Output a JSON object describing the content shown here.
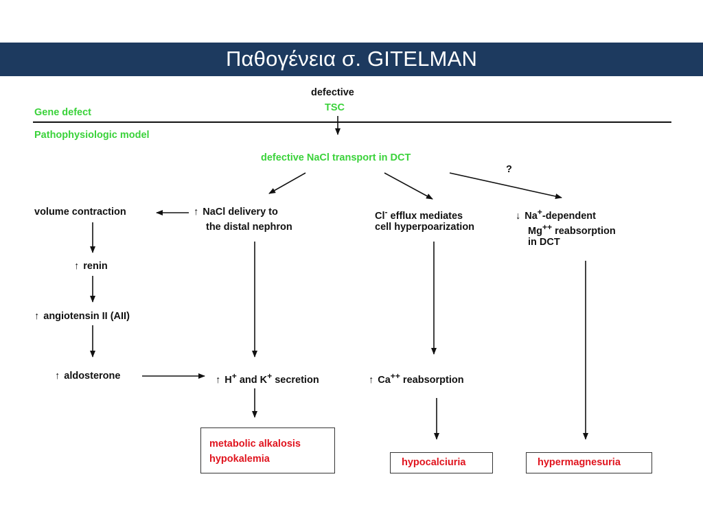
{
  "slide": {
    "title": "Παθογένεια σ. GITELMAN"
  },
  "header": {
    "defective_label": "defective",
    "tsc_label": "TSC",
    "gene_defect_label": "Gene defect",
    "pathophysiologic_label": "Pathophysiologic model"
  },
  "nodes": {
    "defective_transport": "defective NaCl transport in DCT",
    "question_mark": "?",
    "volume_contraction": "volume contraction",
    "nacl_delivery_line1": "NaCl delivery to",
    "nacl_delivery_line2": "the distal nephron",
    "cl_efflux_line1_a": "Cl",
    "cl_efflux_line1_sup": "-",
    "cl_efflux_line1_b": " efflux mediates",
    "cl_efflux_line2": "cell hyperpoarization",
    "na_dependent_line1_a": "Na",
    "na_dependent_line1_sup": "+",
    "na_dependent_line1_b": "-dependent",
    "na_dependent_line2_a": "Mg",
    "na_dependent_line2_sup": "++",
    "na_dependent_line2_b": " reabsorption",
    "na_dependent_line3": "in DCT",
    "renin": "renin",
    "angiotensin": "angiotensin II (AII)",
    "aldosterone": "aldosterone",
    "secretion_a": "H",
    "secretion_sup1": "+",
    "secretion_b": " and K",
    "secretion_sup2": "+",
    "secretion_c": " secretion",
    "ca_a": "Ca",
    "ca_sup": "++",
    "ca_b": " reabsorption"
  },
  "outcomes": {
    "alkalosis": "metabolic alkalosis",
    "hypokalemia": "hypokalemia",
    "hypocalciuria": "hypocalciuria",
    "hypermagnesuria": "hypermagnesuria"
  },
  "colors": {
    "title_bar": "#1d3a5f",
    "green_text": "#3ad23a",
    "red_text": "#e0141e",
    "arrow": "#111111"
  }
}
